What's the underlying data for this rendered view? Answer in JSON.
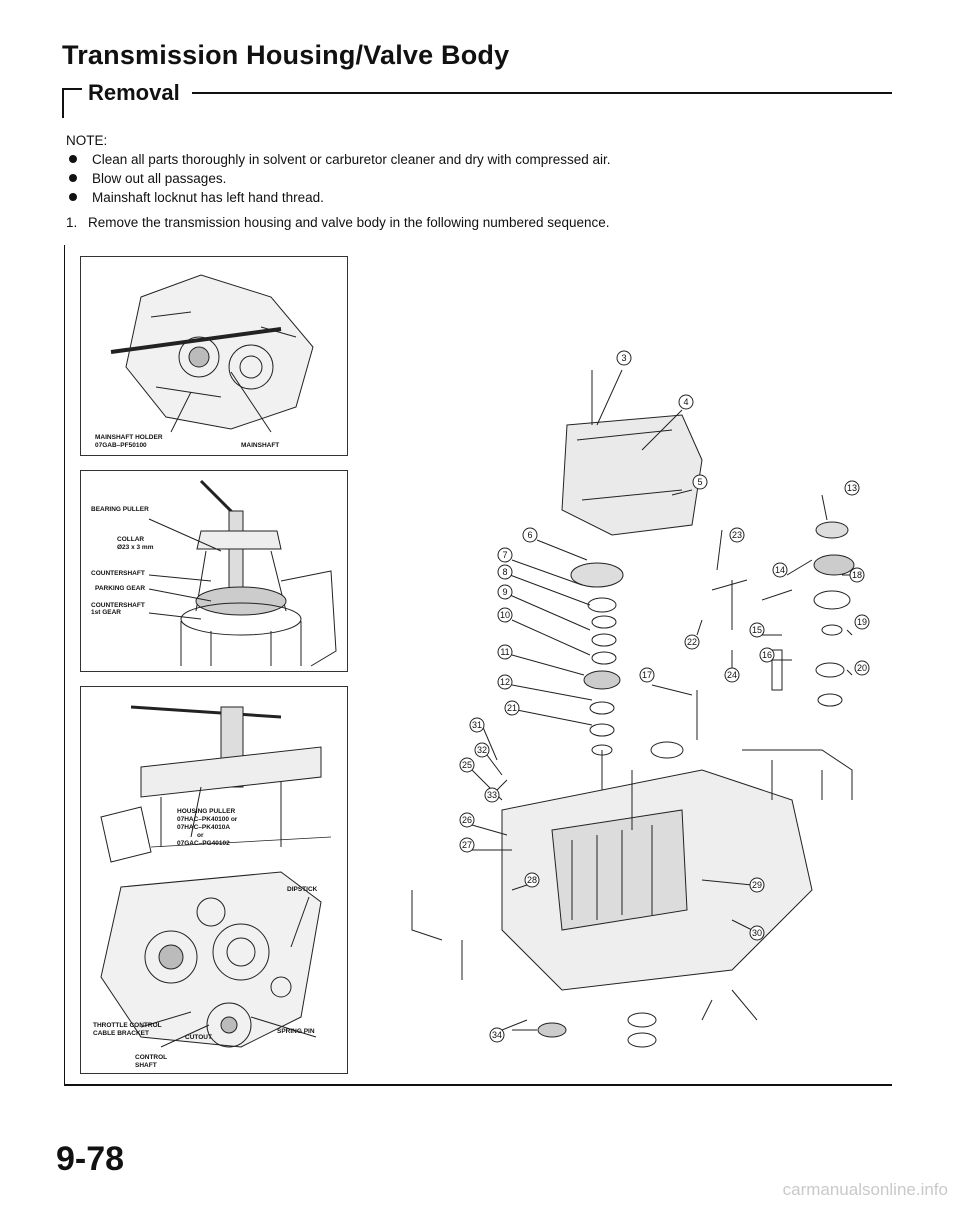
{
  "page": {
    "title": "Transmission Housing/Valve Body",
    "section": "Removal",
    "note_label": "NOTE:",
    "notes": [
      "Clean all parts thoroughly in solvent or carburetor cleaner and dry with compressed air.",
      "Blow out all passages.",
      "Mainshaft locknut has left hand thread."
    ],
    "step": {
      "number": "1.",
      "text": "Remove the transmission housing and valve body in the following numbered sequence."
    },
    "page_number": "9-78",
    "watermark": "carmanualsonline.info"
  },
  "figures": {
    "fig1": {
      "labels": [
        "MAINSHAFT HOLDER",
        "07GAB–PF50100",
        "MAINSHAFT"
      ]
    },
    "fig2": {
      "labels": [
        "BEARING PULLER",
        "COLLAR",
        "Ø23 x 3 mm",
        "COUNTERSHAFT",
        "PARKING GEAR",
        "COUNTERSHAFT",
        "1st GEAR"
      ]
    },
    "fig3": {
      "labels": [
        "HOUSING PULLER",
        "07HAC–PK40100 or",
        "07HAC–PK4010A",
        "or",
        "07GAC–PG40102"
      ]
    },
    "fig4": {
      "labels": [
        "DIPSTICK",
        "THROTTLE CONTROL",
        "CABLE BRACKET",
        "CUTOUT",
        "SPRING PIN",
        "CONTROL",
        "SHAFT"
      ]
    },
    "main": {
      "callouts": [
        "3",
        "4",
        "5",
        "6",
        "7",
        "8",
        "9",
        "10",
        "11",
        "12",
        "13",
        "14",
        "15",
        "16",
        "17",
        "18",
        "19",
        "20",
        "21",
        "22",
        "23",
        "24",
        "25",
        "26",
        "27",
        "28",
        "29",
        "30",
        "31",
        "32",
        "33",
        "34"
      ]
    }
  }
}
